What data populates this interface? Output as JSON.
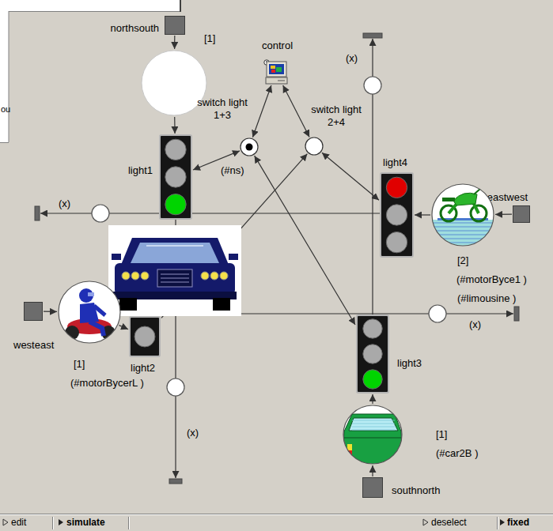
{
  "diagram": {
    "nodes": [
      {
        "text": [
          "northsouth"
        ]
      },
      {
        "text": [
          "[1]"
        ]
      },
      {
        "text": [
          "light1"
        ]
      },
      {
        "text": [
          "control"
        ]
      },
      {
        "text": [
          "switch light 1+3",
          "(#ns)"
        ]
      },
      {
        "text": [
          "switch light 2+4"
        ]
      },
      {
        "text": [
          "light4"
        ]
      },
      {
        "text": [
          "eastwest"
        ]
      },
      {
        "text": [
          "[2]",
          "(#motorByce1 )",
          "(#limousine )"
        ]
      },
      {
        "text": [
          "westeast"
        ]
      },
      {
        "text": [
          "[1]",
          "(#motorBycerL )"
        ]
      },
      {
        "text": [
          "light2"
        ]
      },
      {
        "text": [
          "light3"
        ]
      },
      {
        "text": [
          "[1]",
          "(#car2B )"
        ]
      },
      {
        "text": [
          "southnorth"
        ]
      }
    ],
    "edges": [
      {
        "from": 0,
        "to": 1,
        "arrow": "to"
      },
      {
        "from": 1,
        "to": 2,
        "arrow": "to"
      },
      {
        "from": 3,
        "to": 4,
        "arrow": "both"
      },
      {
        "from": 3,
        "to": 5,
        "arrow": "both"
      },
      {
        "from": 4,
        "to": 2,
        "arrow": "both"
      },
      {
        "from": 4,
        "to": 12,
        "arrow": "both"
      },
      {
        "from": 5,
        "to": 6,
        "arrow": "both"
      },
      {
        "from": 11,
        "to": 5,
        "arrow": "to"
      },
      {
        "from": 7,
        "to": 8,
        "arrow": "to"
      },
      {
        "from": 8,
        "to": 6,
        "arrow": "to"
      },
      {
        "from": 9,
        "to": 10,
        "arrow": "to"
      },
      {
        "from": 10,
        "to": 11,
        "arrow": "to"
      },
      {
        "from": 14,
        "to": 13,
        "arrow": "to"
      },
      {
        "from": 13,
        "to": 12,
        "arrow": "to"
      }
    ],
    "labels": [
      "ou",
      "(x)",
      "(x)",
      "(x)",
      "(x)",
      "edit",
      "simulate",
      "deselect",
      "fixed"
    ]
  }
}
